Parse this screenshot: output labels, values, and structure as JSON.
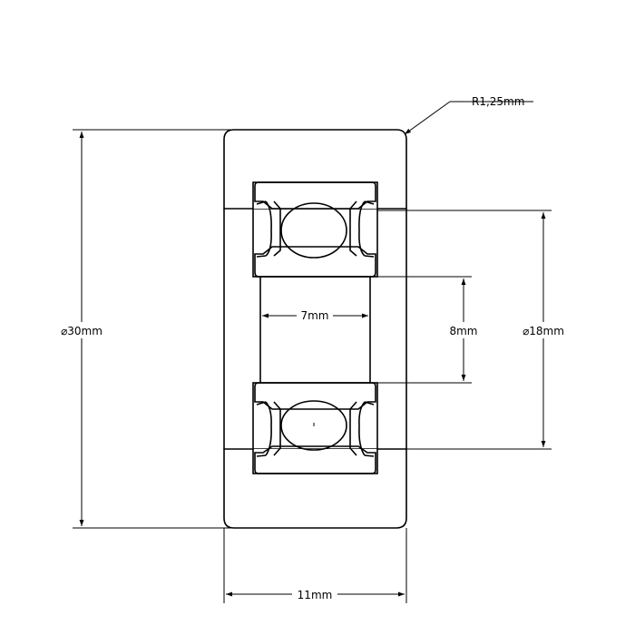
{
  "dimensions": {
    "outer_diameter": "⌀30mm",
    "inner_race_diameter": "⌀18mm",
    "bore": "8mm",
    "inner_width": "7mm",
    "width": "11mm",
    "edge_radius": "R1,25mm"
  },
  "colors": {
    "line": "#000000",
    "background": "#ffffff"
  }
}
